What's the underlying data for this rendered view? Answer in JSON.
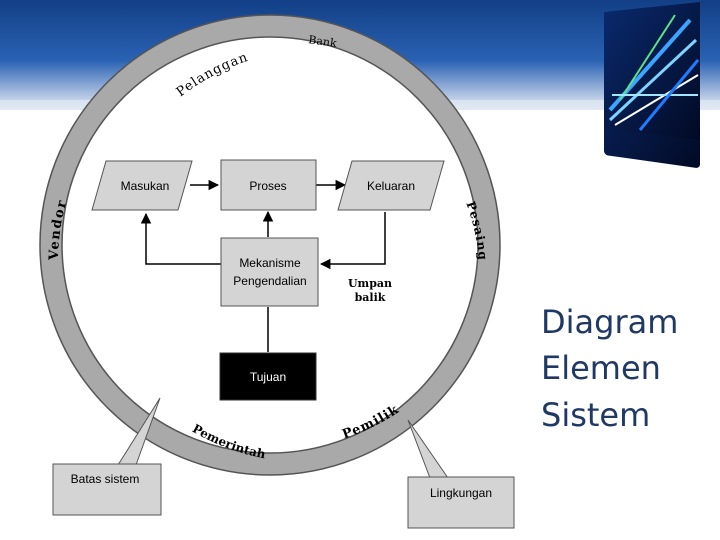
{
  "slide": {
    "title_lines": [
      "Diagram",
      "Elemen",
      "Sistem"
    ],
    "colors": {
      "header_blue": "#1e4f9c",
      "title_text": "#1f3864",
      "ring_gray": "#a9a9a9",
      "box_gray": "#d4d4d4",
      "tujuan_fill": "#000000"
    }
  },
  "diagram": {
    "ring_labels": {
      "pelanggan": "Pelanggan",
      "bank": "Bank",
      "vendor": "Vendor",
      "pesaing": "Pesaing",
      "pemerintah": "Pemerintah",
      "pemilik": "Pemilik"
    },
    "boxes": {
      "masukan": "Masukan",
      "proses": "Proses",
      "keluaran": "Keluaran",
      "mekanisme_line1": "Mekanisme",
      "mekanisme_line2": "Pengendalian",
      "tujuan": "Tujuan"
    },
    "umpan_balik": {
      "line1": "Umpan",
      "line2": "balik"
    },
    "callouts": {
      "batas_sistem": "Batas sistem",
      "lingkungan": "Lingkungan"
    }
  },
  "icons": {
    "logo": "blue-light-rays-logo-icon"
  }
}
